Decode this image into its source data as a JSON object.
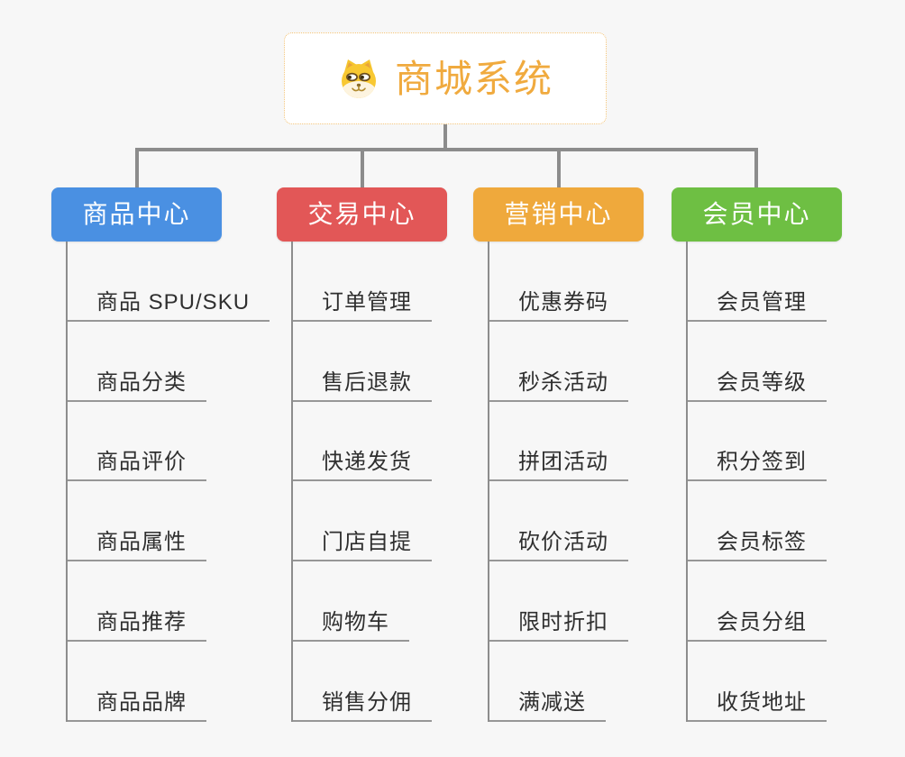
{
  "page": {
    "background_color": "#f7f7f7",
    "connector_color": "#8c8c8c"
  },
  "root": {
    "title": "商城系统",
    "title_color": "#f0aa3e",
    "border_color": "#f3c377",
    "icon": "dog-face-icon"
  },
  "branches": [
    {
      "label": "商品中心",
      "color": "#4a90e2",
      "items": [
        "商品 SPU/SKU",
        "商品分类",
        "商品评价",
        "商品属性",
        "商品推荐",
        "商品品牌"
      ]
    },
    {
      "label": "交易中心",
      "color": "#e25757",
      "items": [
        "订单管理",
        "售后退款",
        "快递发货",
        "门店自提",
        "购物车",
        "销售分佣"
      ]
    },
    {
      "label": "营销中心",
      "color": "#efa93c",
      "items": [
        "优惠券码",
        "秒杀活动",
        "拼团活动",
        "砍价活动",
        "限时折扣",
        "满减送"
      ]
    },
    {
      "label": "会员中心",
      "color": "#6ebf43",
      "items": [
        "会员管理",
        "会员等级",
        "积分签到",
        "会员标签",
        "会员分组",
        "收货地址"
      ]
    }
  ]
}
